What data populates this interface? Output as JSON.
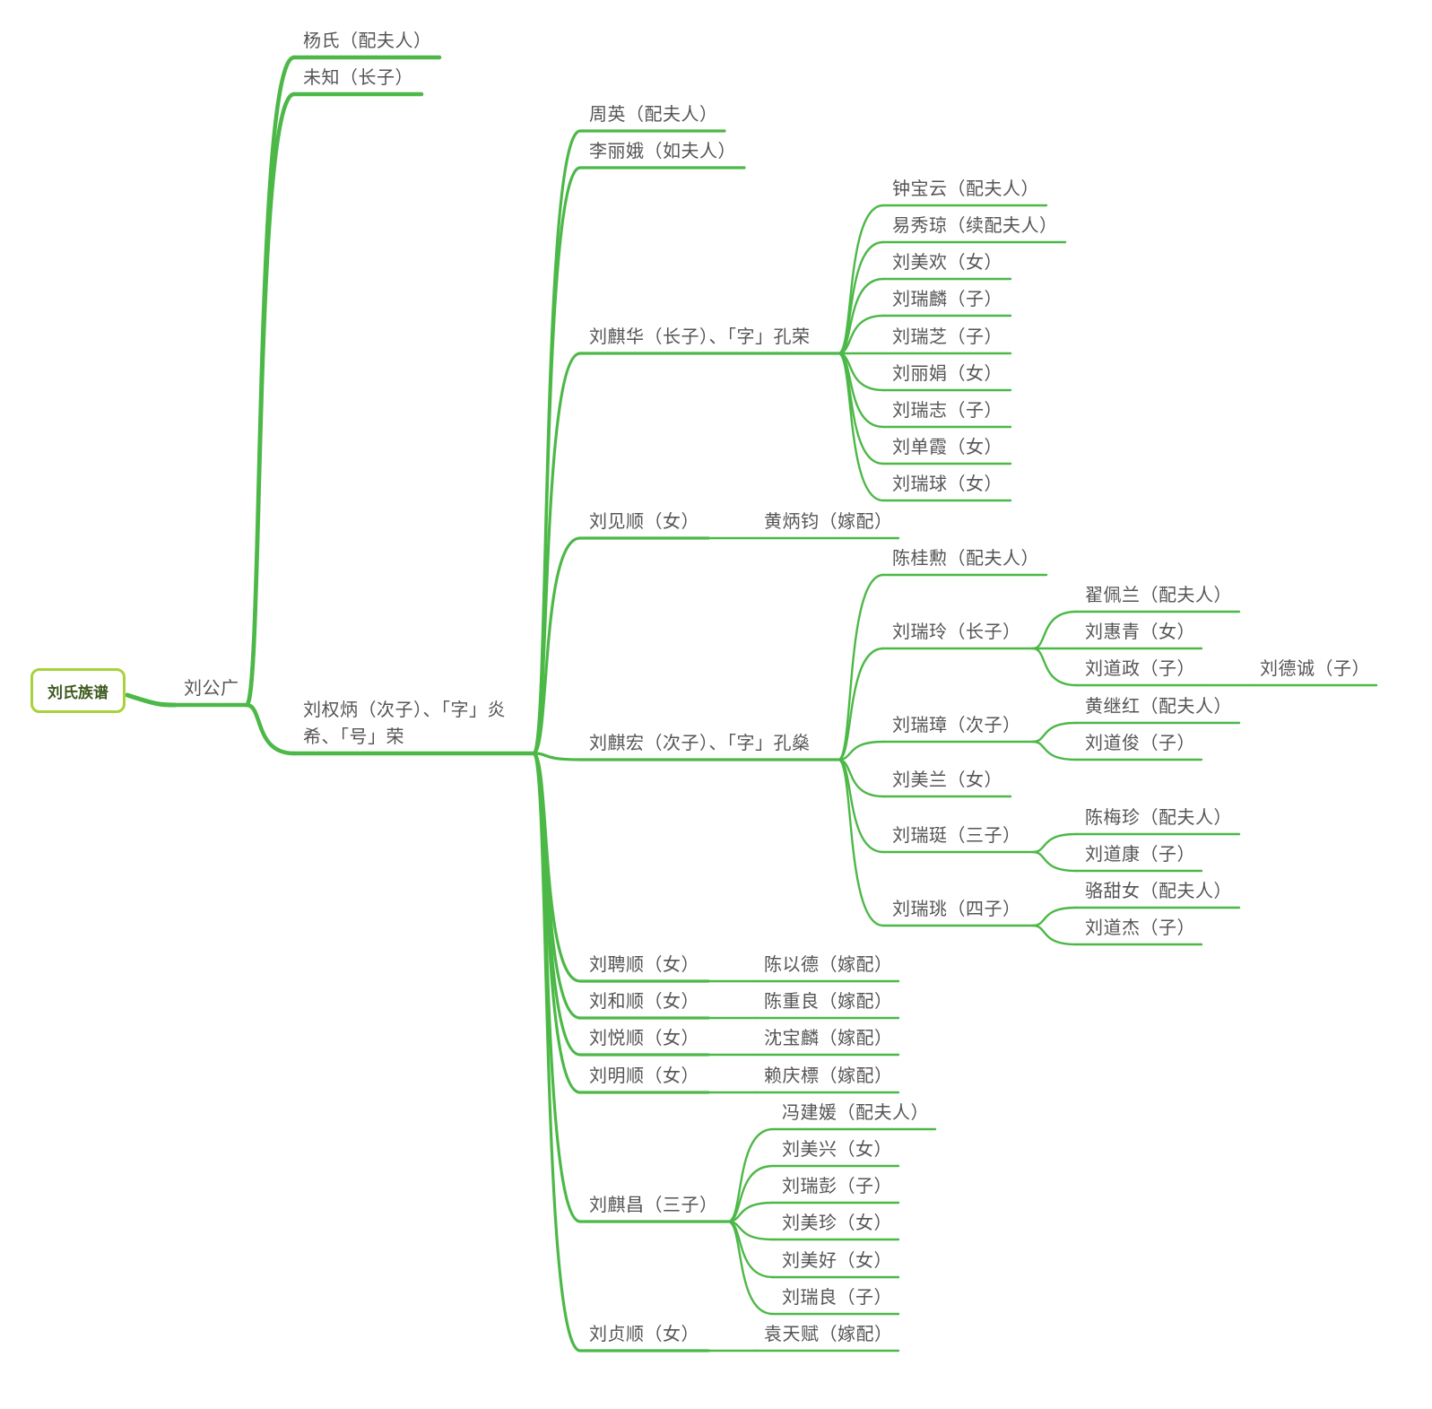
{
  "colors": {
    "branch": "#4cb847",
    "root_border": "#a8d13c",
    "text": "#555555",
    "root_text": "#3e5a1e"
  },
  "root": {
    "label": "刘氏族谱"
  },
  "tree": {
    "label": "刘公广",
    "children": [
      {
        "label": "杨氏（配夫人）"
      },
      {
        "label": "未知（长子）"
      },
      {
        "label": "刘权炳（次子）、「字」炎希、「号」荣",
        "children": [
          {
            "label": "周英（配夫人）"
          },
          {
            "label": "李丽娥（如夫人）"
          },
          {
            "label": "刘麒华（长子）、「字」孔荣",
            "children": [
              {
                "label": "钟宝云（配夫人）"
              },
              {
                "label": "易秀琼（续配夫人）"
              },
              {
                "label": "刘美欢（女）"
              },
              {
                "label": "刘瑞麟（子）"
              },
              {
                "label": "刘瑞芝（子）"
              },
              {
                "label": "刘丽娟（女）"
              },
              {
                "label": "刘瑞志（子）"
              },
              {
                "label": "刘单霞（女）"
              },
              {
                "label": "刘瑞球（女）"
              }
            ]
          },
          {
            "label": "刘见顺（女）",
            "children": [
              {
                "label": "黄炳钧（嫁配）"
              }
            ]
          },
          {
            "label": "刘麒宏（次子）、「字」孔燊",
            "children": [
              {
                "label": "陈桂勲（配夫人）"
              },
              {
                "label": "刘瑞玲（长子）",
                "children": [
                  {
                    "label": "翟佩兰（配夫人）"
                  },
                  {
                    "label": "刘惠青（女）"
                  },
                  {
                    "label": "刘道政（子）",
                    "children": [
                      {
                        "label": "刘德诚（子）"
                      }
                    ]
                  }
                ]
              },
              {
                "label": "刘瑞璋（次子）",
                "children": [
                  {
                    "label": "黄继红（配夫人）"
                  },
                  {
                    "label": "刘道俊（子）"
                  }
                ]
              },
              {
                "label": "刘美兰（女）"
              },
              {
                "label": "刘瑞珽（三子）",
                "children": [
                  {
                    "label": "陈梅珍（配夫人）"
                  },
                  {
                    "label": "刘道康（子）"
                  }
                ]
              },
              {
                "label": "刘瑞珧（四子）",
                "children": [
                  {
                    "label": "骆甜女（配夫人）"
                  },
                  {
                    "label": "刘道杰（子）"
                  }
                ]
              }
            ]
          },
          {
            "label": "刘聘顺（女）",
            "children": [
              {
                "label": "陈以德（嫁配）"
              }
            ]
          },
          {
            "label": "刘和顺（女）",
            "children": [
              {
                "label": "陈重良（嫁配）"
              }
            ]
          },
          {
            "label": "刘悦顺（女）",
            "children": [
              {
                "label": "沈宝麟（嫁配）"
              }
            ]
          },
          {
            "label": "刘明顺（女）",
            "children": [
              {
                "label": "赖庆標（嫁配）"
              }
            ]
          },
          {
            "label": "刘麒昌（三子）",
            "children": [
              {
                "label": "冯建媛（配夫人）"
              },
              {
                "label": "刘美兴（女）"
              },
              {
                "label": "刘瑞彭（子）"
              },
              {
                "label": "刘美珍（女）"
              },
              {
                "label": "刘美好（女）"
              },
              {
                "label": "刘瑞良（子）"
              }
            ]
          },
          {
            "label": "刘贞顺（女）",
            "children": [
              {
                "label": "袁天赋（嫁配）"
              }
            ]
          }
        ]
      }
    ]
  }
}
